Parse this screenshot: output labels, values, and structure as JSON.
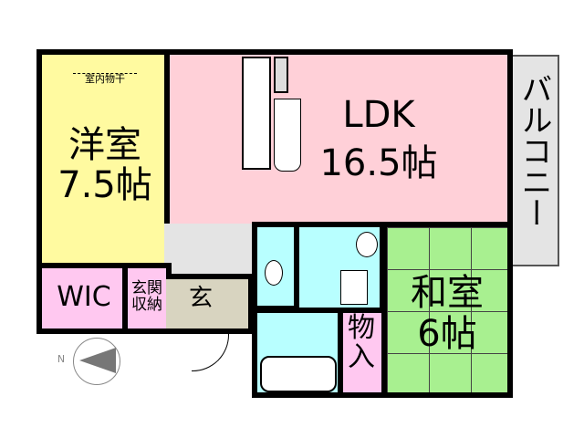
{
  "rooms": {
    "western": {
      "name": "洋室",
      "size": "7.5帖",
      "note": "室内物干"
    },
    "ldk": {
      "name": "LDK",
      "size": "16.5帖"
    },
    "balcony": {
      "name": "バルコニー"
    },
    "wic": {
      "name": "WIC"
    },
    "genkan_storage": {
      "name": "玄関収納"
    },
    "genkan": {
      "name": "玄"
    },
    "closet": {
      "name": "物入"
    },
    "japanese": {
      "name": "和室",
      "size": "6帖"
    }
  },
  "compass": {
    "label": "N"
  },
  "colors": {
    "western": "#fffaa0",
    "ldk": "#ffd0d8",
    "hall": "#e4e4e4",
    "storage": "#ffc8f0",
    "genkan": "#d8d4c0",
    "wet": "#b8ffff",
    "japanese": "#a8f090",
    "balcony": "#e4e4e4"
  }
}
